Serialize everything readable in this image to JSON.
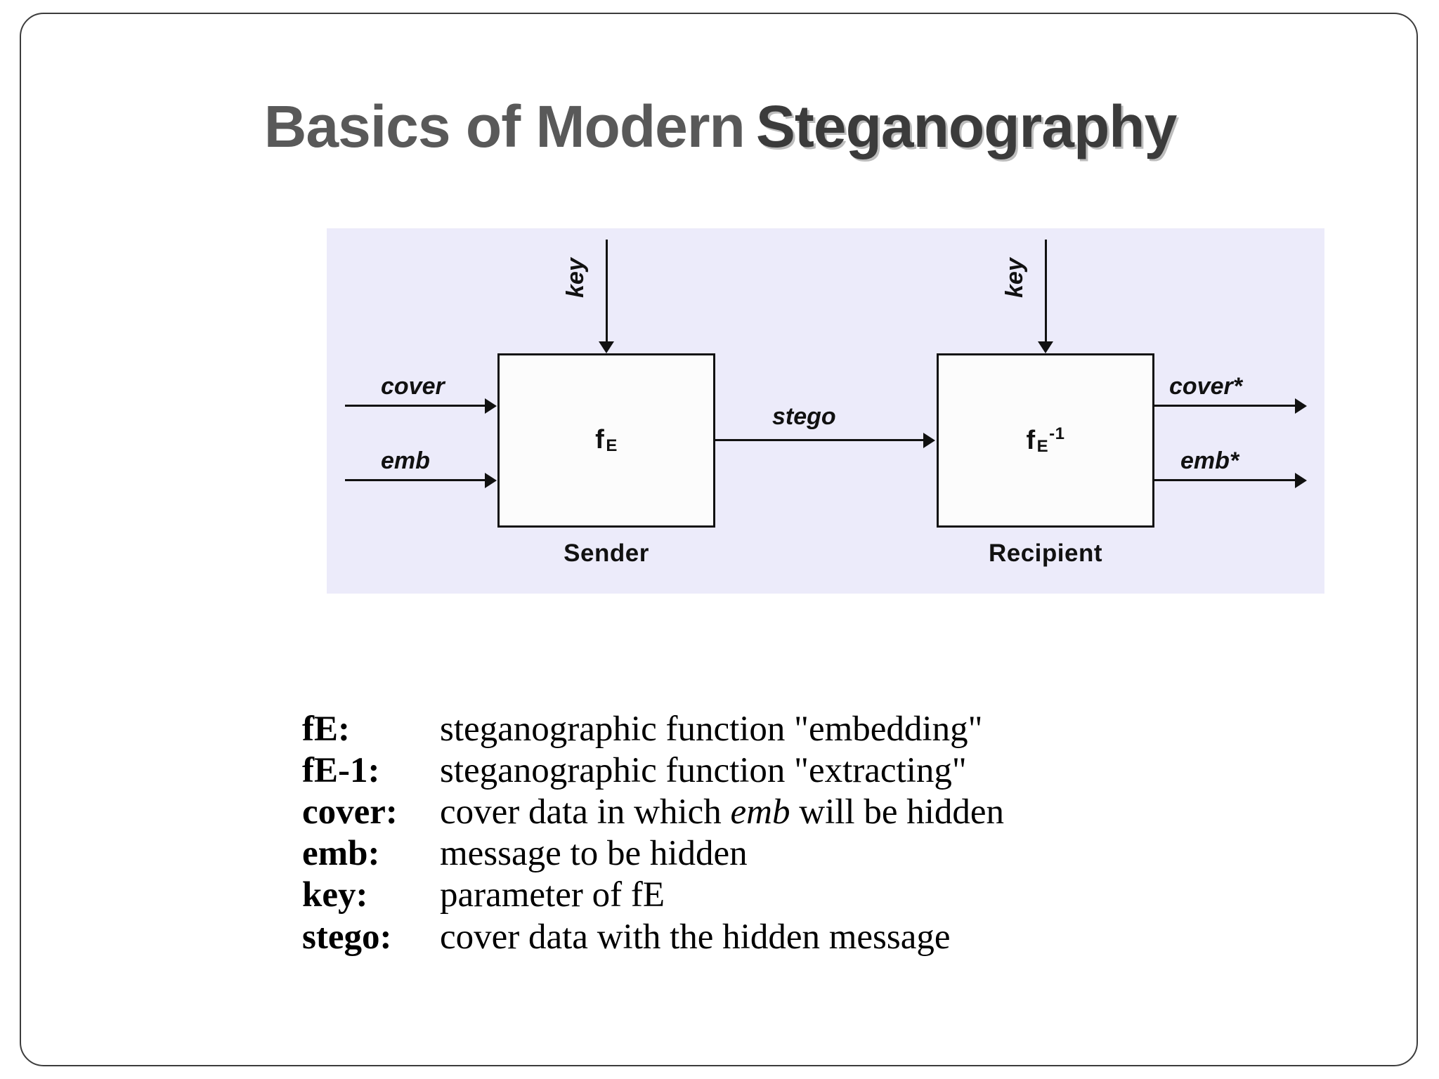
{
  "slide": {
    "title": {
      "part_plain": "Basics of Modern",
      "part_emphasis": "Steganography",
      "color_plain": "#595959",
      "color_emphasis": "#3b3b3b"
    },
    "diagram": {
      "background_color": "#ecebfa",
      "box_fill": "#fcfcfc",
      "stroke_color": "#111111",
      "sender": {
        "box_label_base": "f",
        "box_label_sub": "E",
        "box_label_sup": "",
        "role": "Sender"
      },
      "recipient": {
        "box_label_base": "f",
        "box_label_sub": "E",
        "box_label_sup": "-1",
        "role": "Recipient"
      },
      "flows": {
        "key_sender": "key",
        "key_recipient": "key",
        "cover_in": "cover",
        "emb_in": "emb",
        "stego": "stego",
        "cover_out": "cover*",
        "emb_out": "emb*"
      }
    },
    "legend": [
      {
        "key": "fE:",
        "desc_pre": "steganographic function \"embedding\"",
        "desc_em": "",
        "desc_post": ""
      },
      {
        "key": "fE-1:",
        "desc_pre": "steganographic function \"extracting\"",
        "desc_em": "",
        "desc_post": ""
      },
      {
        "key": "cover:",
        "desc_pre": "cover data in which ",
        "desc_em": "emb",
        "desc_post": " will be hidden"
      },
      {
        "key": "emb:",
        "desc_pre": "message to be hidden",
        "desc_em": "",
        "desc_post": ""
      },
      {
        "key": "key:",
        "desc_pre": "parameter of fE",
        "desc_em": "",
        "desc_post": ""
      },
      {
        "key": "stego:",
        "desc_pre": "cover data with the hidden message",
        "desc_em": "",
        "desc_post": ""
      }
    ]
  }
}
